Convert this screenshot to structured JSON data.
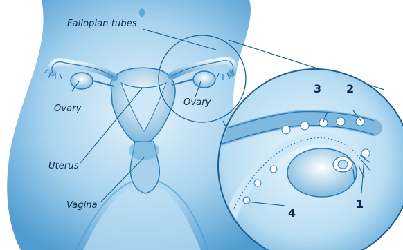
{
  "labels": {
    "fallopian_tubes": "Fallopian tubes",
    "ovary_left": "Ovary",
    "ovary_right": "Ovary",
    "uterus": "Uterus",
    "vagina": "Vagina"
  },
  "stage_markers": [
    "1",
    "2",
    "3",
    "4"
  ],
  "colors": {
    "body_light": "#cfe8f7",
    "body_mid": "#8fc6e8",
    "body_dark": "#3d8fc4",
    "organ_light": "#e8f4fb",
    "line": "#1b5f8f",
    "text": "#0b2a4a"
  }
}
